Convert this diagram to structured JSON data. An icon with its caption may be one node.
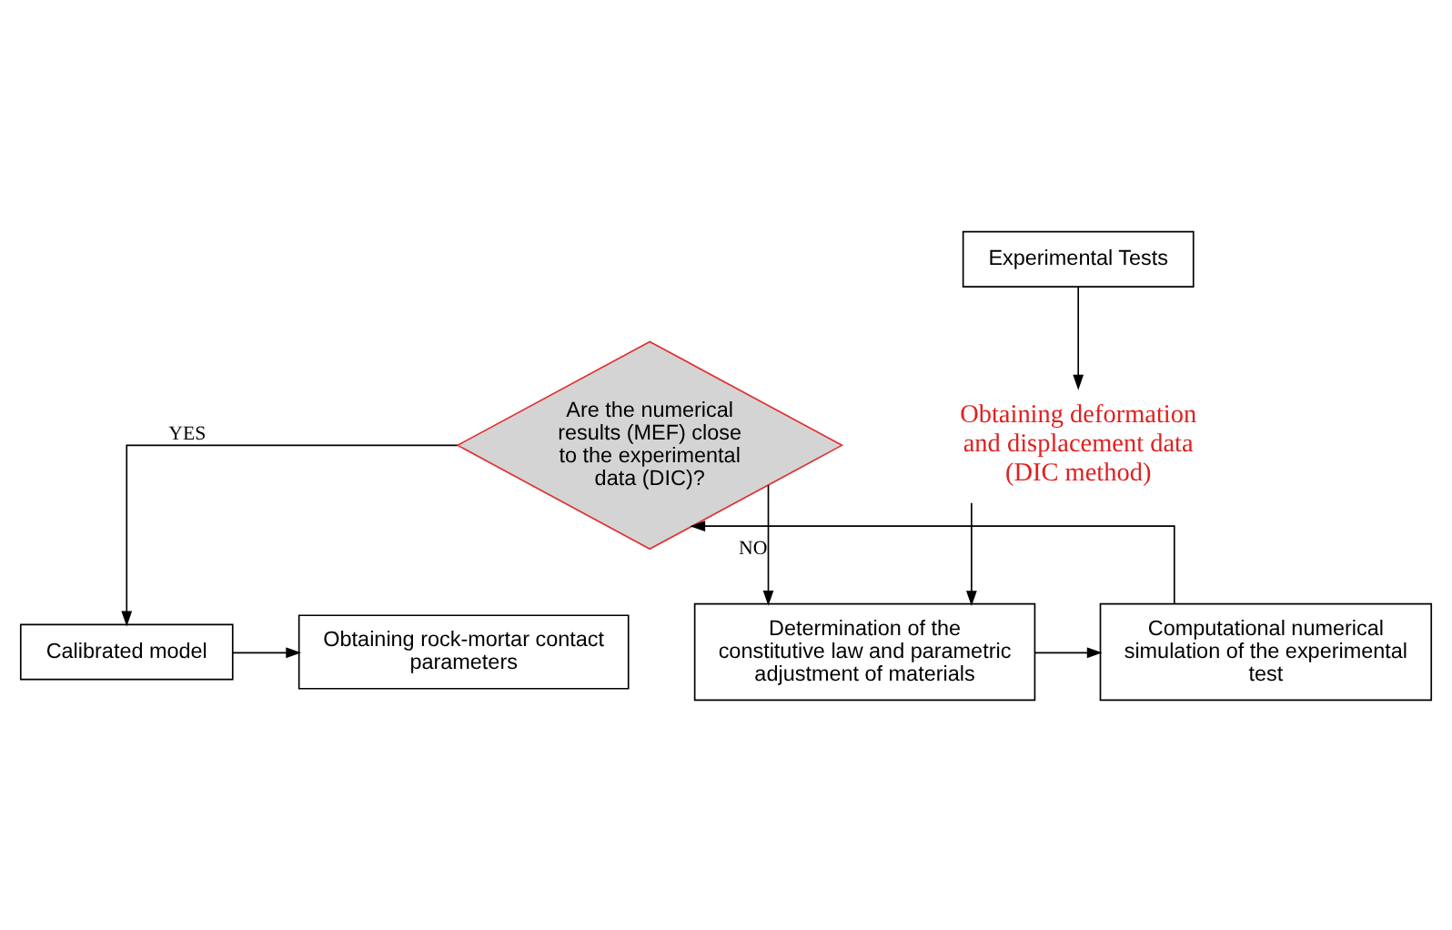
{
  "diagram": {
    "nodes": [
      {
        "text": [
          "Obtaining rock-mortar contact parameters"
        ]
      },
      {
        "text": [
          "Calibrated model"
        ]
      },
      {
        "text": [
          "Experimental Tests"
        ]
      },
      {
        "text": [
          "Obtaining deformation and displacement data (DIC method)"
        ]
      },
      {
        "text": [
          "Are the numerical results (MEF) close to the experimental data (DIC)?"
        ]
      },
      {
        "text": [
          "Determination of the constitutive law and parametric adjustment of materials"
        ]
      },
      {
        "text": [
          "Computational numerical simulation of the experimental test"
        ]
      }
    ],
    "edges": [
      {
        "from": 1,
        "to": 0,
        "arrow": "to"
      },
      {
        "from": 4,
        "to": 1,
        "arrow": "to",
        "label": "YES"
      },
      {
        "from": 2,
        "to": 3,
        "arrow": "to"
      },
      {
        "from": 3,
        "to": 5,
        "arrow": "to"
      },
      {
        "from": 4,
        "to": 5,
        "arrow": "to",
        "label": "NO"
      },
      {
        "from": 5,
        "to": 6,
        "arrow": "to"
      },
      {
        "from": 6,
        "to": 4,
        "arrow": "to"
      }
    ]
  }
}
